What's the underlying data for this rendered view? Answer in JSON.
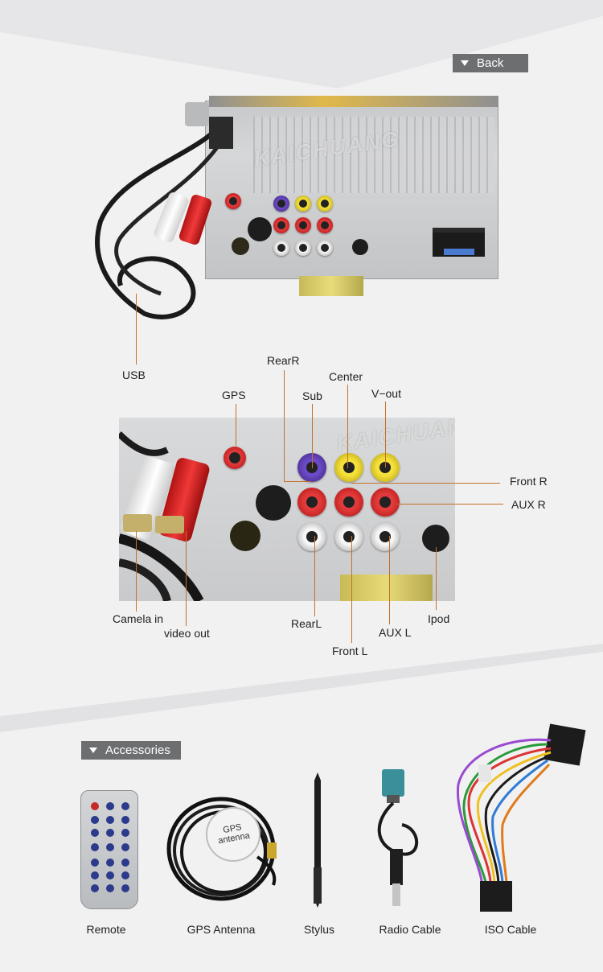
{
  "header": {
    "back_label": "Back"
  },
  "watermark": "KAICHUANG",
  "top_labels": {
    "usb": "USB"
  },
  "ports": {
    "gps": "GPS",
    "rear_r": "RearR",
    "sub": "Sub",
    "center": "Center",
    "v_out": "V−out",
    "front_r": "Front R",
    "aux_r": "AUX R",
    "camela_in": "Camela in",
    "video_out": "video out",
    "rear_l": "RearL",
    "front_l": "Front L",
    "aux_l": "AUX L",
    "ipod": "Ipod"
  },
  "accessories": {
    "title": "Accessories",
    "items": [
      {
        "label": "Remote"
      },
      {
        "label": "GPS Antenna"
      },
      {
        "label": "Stylus"
      },
      {
        "label": "Radio Cable"
      },
      {
        "label": "ISO Cable"
      }
    ],
    "gps_sticker": "GPS antenna"
  },
  "colors": {
    "lead": "#c4702a",
    "tag_bg": "#6d6e70",
    "rca_red": "#e23a3a",
    "rca_yellow": "#f5e13a",
    "rca_purple": "#6b4ac7"
  }
}
